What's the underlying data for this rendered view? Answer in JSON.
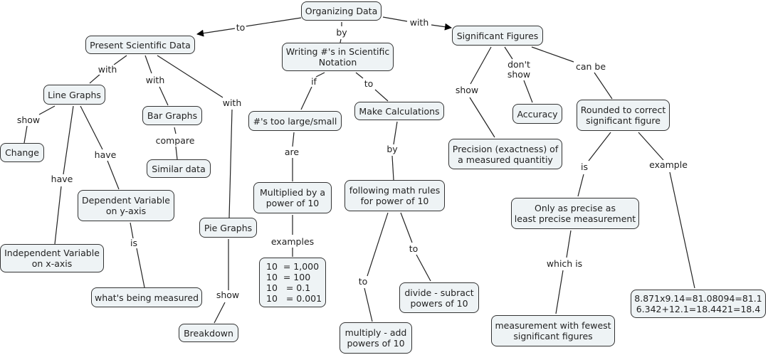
{
  "title": "Organizing Data concept map",
  "nodes": {
    "organizing": "Organizing Data",
    "present": "Present Scientific Data",
    "scinot": "Writing #'s in Scientific\nNotation",
    "sigfig": "Significant Figures",
    "linegraphs": "Line Graphs",
    "bargraphs": "Bar Graphs",
    "change": "Change",
    "similar": "Similar data",
    "depvar": "Dependent Variable\non y-axis",
    "indvar": "Independent Variable\non x-axis",
    "measured": "what's being measured",
    "piegraphs": "Pie Graphs",
    "breakdown": "Breakdown",
    "toolarge": "#'s too large/small",
    "multiplied": "Multiplied by a\npower of 10",
    "examples_box": "10  = 1,000\n10  = 100\n10   = 0.1\n10   = 0.001",
    "makecalc": "Make Calculations",
    "mathrules": "following math rules\nfor power of 10",
    "multiplyadd": "multiply - add\npowers of 10",
    "dividesub": "divide - subract\npowers of 10",
    "precision": "Precision (exactness) of\na measured quantitiy",
    "accuracy": "Accuracy",
    "rounded": "Rounded to correct\nsignificant figure",
    "onlyprecise": "Only as precise as\nleast precise measurement",
    "fewest": "measurement with fewest\nsignificant figures",
    "example_calc": "8.871x9.14=81.08094=81.1\n6.342+12.1=18.4421=18.4"
  },
  "links": {
    "to_present": "to",
    "by_scinot": "by",
    "with_sigfig": "with",
    "with_line": "with",
    "with_bar": "with",
    "with_pie": "with",
    "show_change": "show",
    "have_ind": "have",
    "have_dep": "have",
    "compare": "compare",
    "is_measured": "is",
    "show_breakdown": "show",
    "if": "if",
    "to_calc": "to",
    "are": "are",
    "examples": "examples",
    "by_rules": "by",
    "to_multiply": "to",
    "to_divide": "to",
    "show_precision": "show",
    "dont_show": "don't\nshow",
    "can_be": "can be",
    "is_only": "is",
    "example": "example",
    "which_is": "which is"
  }
}
